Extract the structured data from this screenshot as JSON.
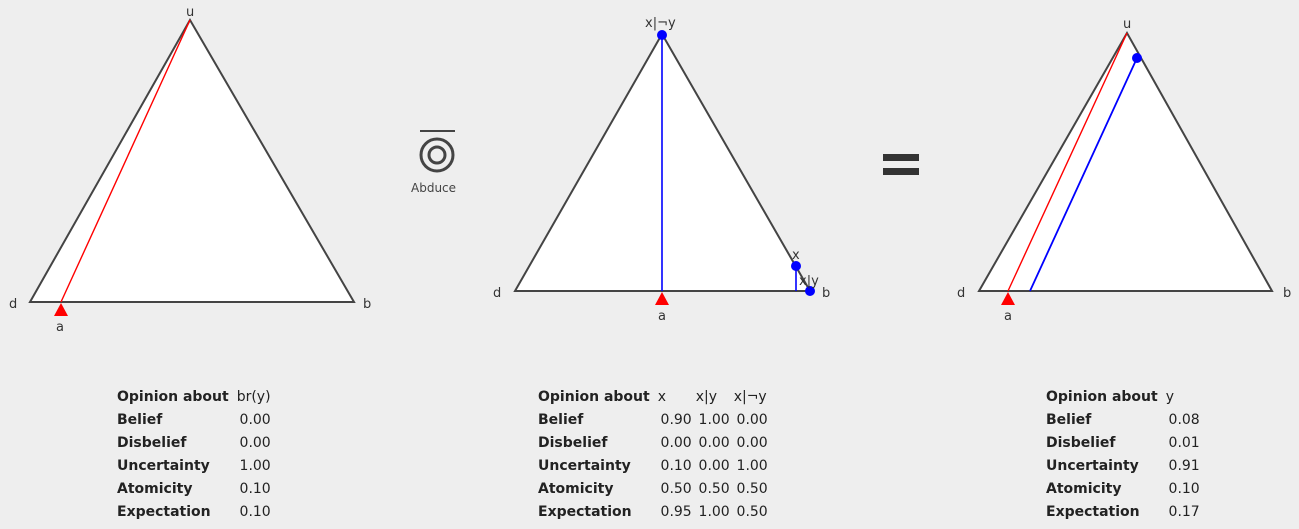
{
  "colors": {
    "background": "#eeeeee",
    "triangle_fill": "#ffffff",
    "triangle_stroke": "#444444",
    "base_rate": "#ff0000",
    "opinion": "#0000ff"
  },
  "triangles": [
    {
      "vertex_labels": {
        "u": "u",
        "d": "d",
        "b": "b"
      },
      "base_rate_label": "a",
      "points": []
    },
    {
      "vertex_labels": {
        "u": "",
        "d": "d",
        "b": "b"
      },
      "base_rate_label": "a",
      "points": [
        {
          "label": "x|¬y"
        },
        {
          "label": "x"
        },
        {
          "label": "x|y"
        }
      ]
    },
    {
      "vertex_labels": {
        "u": "u",
        "d": "d",
        "b": "b"
      },
      "base_rate_label": "a",
      "points": [
        {
          "label": ""
        }
      ]
    }
  ],
  "operator": {
    "icon": "abduce-icon",
    "label": "Abduce"
  },
  "equals_icon": "equals-icon",
  "tables": [
    {
      "header": "Opinion about",
      "columns": [
        "br(y)"
      ],
      "rows": [
        {
          "label": "Belief",
          "values": [
            "0.00"
          ]
        },
        {
          "label": "Disbelief",
          "values": [
            "0.00"
          ]
        },
        {
          "label": "Uncertainty",
          "values": [
            "1.00"
          ]
        },
        {
          "label": "Atomicity",
          "values": [
            "0.10"
          ]
        },
        {
          "label": "Expectation",
          "values": [
            "0.10"
          ]
        }
      ]
    },
    {
      "header": "Opinion about",
      "columns": [
        "x",
        "x|y",
        "x|¬y"
      ],
      "rows": [
        {
          "label": "Belief",
          "values": [
            "0.90",
            "1.00",
            "0.00"
          ]
        },
        {
          "label": "Disbelief",
          "values": [
            "0.00",
            "0.00",
            "0.00"
          ]
        },
        {
          "label": "Uncertainty",
          "values": [
            "0.10",
            "0.00",
            "1.00"
          ]
        },
        {
          "label": "Atomicity",
          "values": [
            "0.50",
            "0.50",
            "0.50"
          ]
        },
        {
          "label": "Expectation",
          "values": [
            "0.95",
            "1.00",
            "0.50"
          ]
        }
      ]
    },
    {
      "header": "Opinion about",
      "columns": [
        "y"
      ],
      "rows": [
        {
          "label": "Belief",
          "values": [
            "0.08"
          ]
        },
        {
          "label": "Disbelief",
          "values": [
            "0.01"
          ]
        },
        {
          "label": "Uncertainty",
          "values": [
            "0.91"
          ]
        },
        {
          "label": "Atomicity",
          "values": [
            "0.10"
          ]
        },
        {
          "label": "Expectation",
          "values": [
            "0.17"
          ]
        }
      ]
    }
  ]
}
